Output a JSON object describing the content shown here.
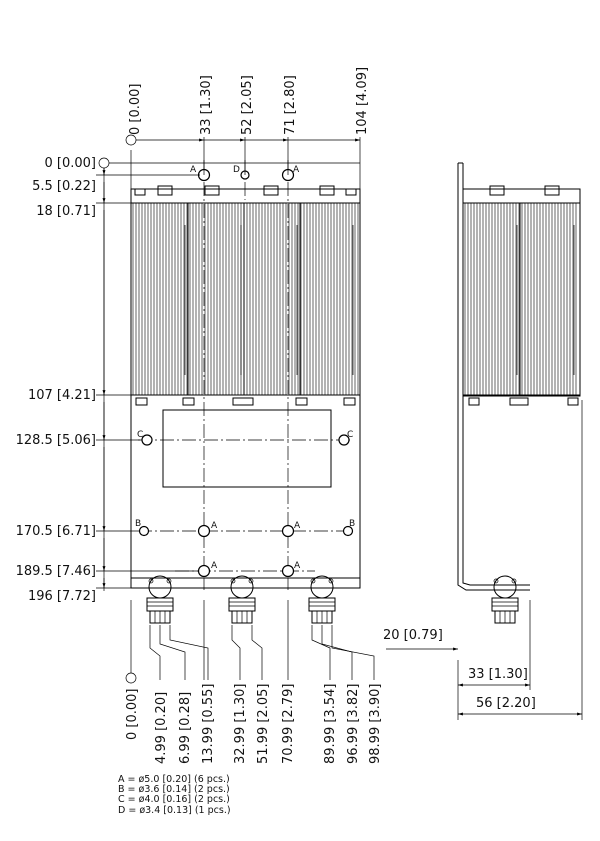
{
  "top_dimensions": [
    "0 [0.00]",
    "33 [1.30]",
    "52 [2.05]",
    "71 [2.80]",
    "104 [4.09]"
  ],
  "left_dimensions": [
    "0 [0.00]",
    "5.5 [0.22]",
    "18 [0.71]",
    "107 [4.21]",
    "128.5 [5.06]",
    "170.5 [6.71]",
    "189.5 [7.46]",
    "196 [7.72]"
  ],
  "bottom_dimensions": [
    "0 [0.00]",
    "4.99 [0.20]",
    "6.99 [0.28]",
    "13.99 [0.55]",
    "32.99 [1.30]",
    "51.99 [2.05]",
    "70.99 [2.79]",
    "89.99 [3.54]",
    "96.99 [3.82]",
    "98.99 [3.90]"
  ],
  "side_view_dimensions": [
    "20 [0.79]",
    "33 [1.30]",
    "56 [2.20]"
  ],
  "hole_markers": {
    "a": "A",
    "b": "B",
    "c": "C",
    "d": "D"
  },
  "legend": [
    "A = ø5.0 [0.20] (6 pcs.)",
    "B = ø3.6 [0.14] (2 pcs.)",
    "C = ø4.0 [0.16] (2 pcs.)",
    "D = ø3.4 [0.13] (1 pcs.)"
  ]
}
